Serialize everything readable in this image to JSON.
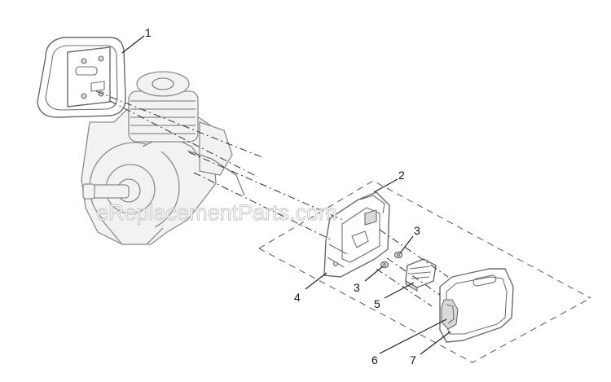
{
  "watermark": "eReplacementParts.com",
  "callouts": [
    {
      "id": "c1",
      "label": "1"
    },
    {
      "id": "c2",
      "label": "2"
    },
    {
      "id": "c3a",
      "label": "3"
    },
    {
      "id": "c3b",
      "label": "3"
    },
    {
      "id": "c4",
      "label": "4"
    },
    {
      "id": "c5",
      "label": "5"
    },
    {
      "id": "c6",
      "label": "6"
    },
    {
      "id": "c7",
      "label": "7"
    }
  ]
}
